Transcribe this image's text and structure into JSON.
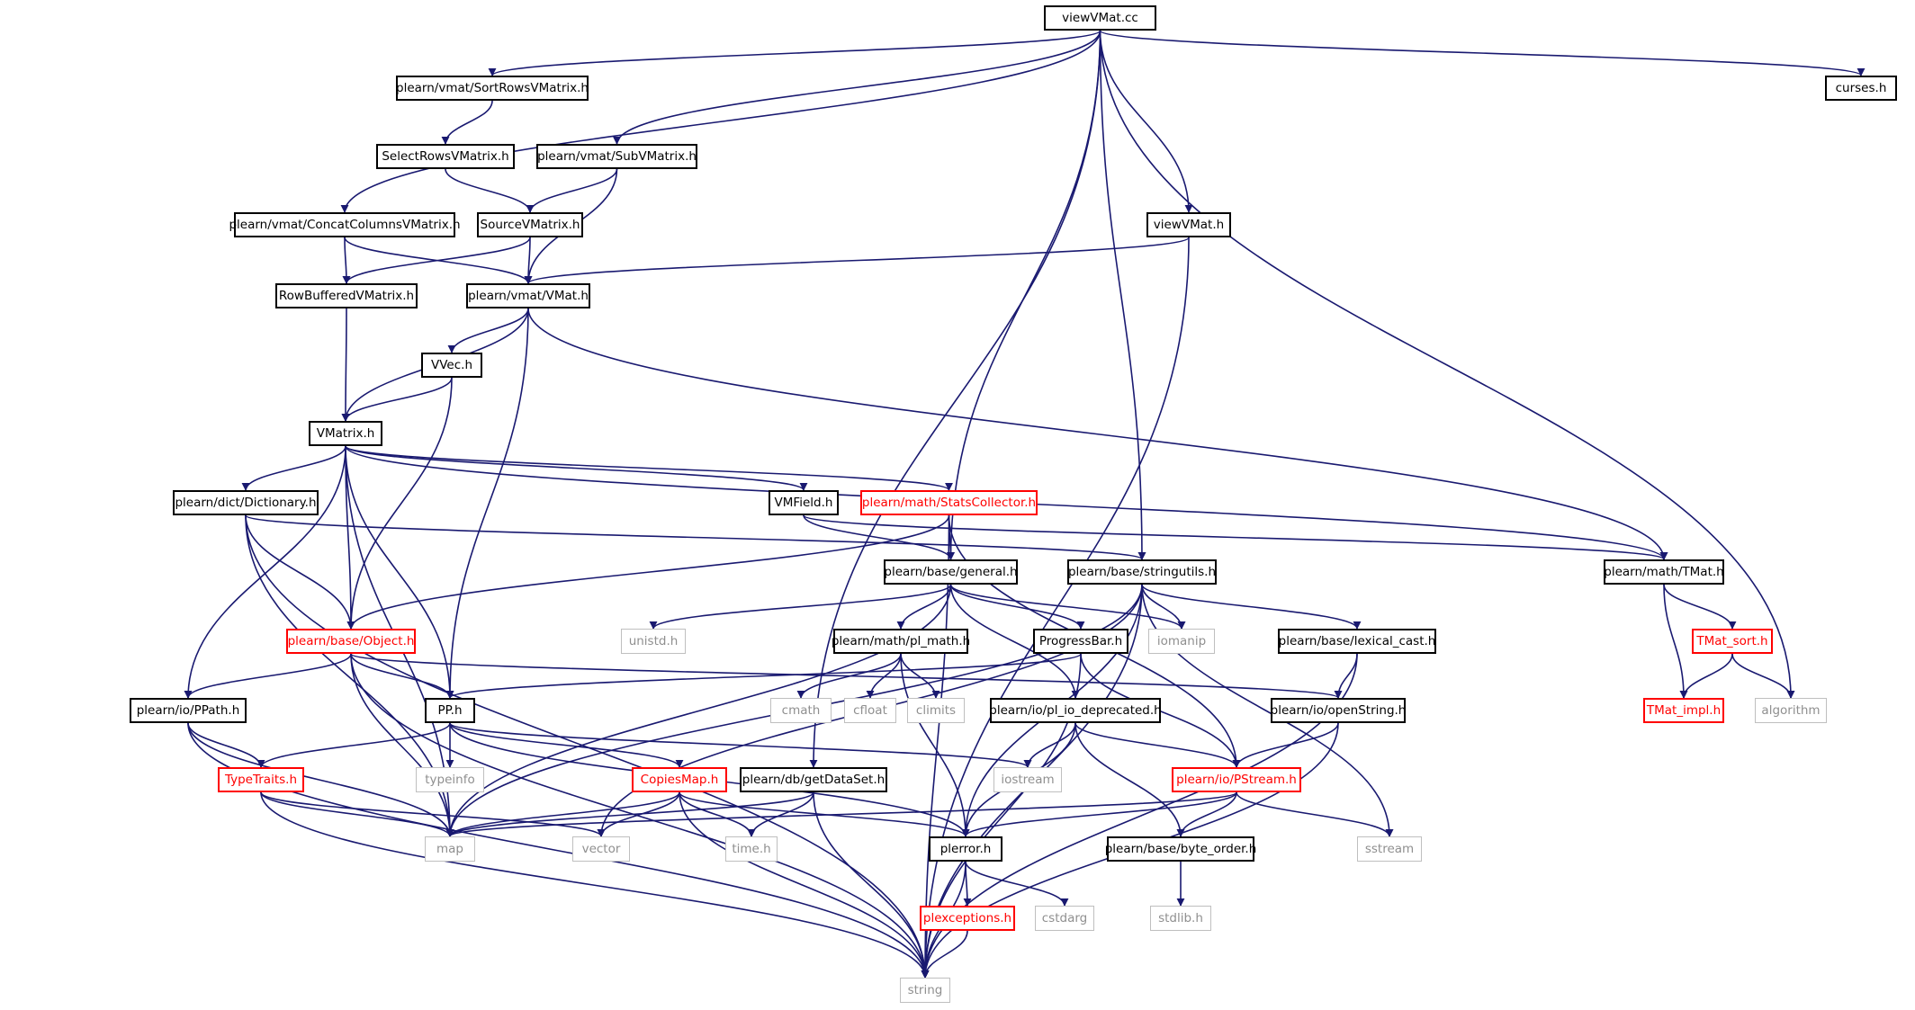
{
  "colors": {
    "edge": "#191970",
    "root_fill": "#bfbfbf",
    "incomplete": "#ff0000",
    "system": "#bfbfbf"
  },
  "nodes": {
    "viewvmat_cc": {
      "label": "viewVMat.cc",
      "kind": "root"
    },
    "sortrows": {
      "label": "plearn/vmat/SortRowsVMatrix.h",
      "kind": "normal"
    },
    "curses": {
      "label": "curses.h",
      "kind": "system"
    },
    "selectrows": {
      "label": "SelectRowsVMatrix.h",
      "kind": "normal"
    },
    "subvmatrix": {
      "label": "plearn/vmat/SubVMatrix.h",
      "kind": "normal"
    },
    "concatcols": {
      "label": "plearn/vmat/ConcatColumnsVMatrix.h",
      "kind": "normal"
    },
    "sourcevmatrix": {
      "label": "SourceVMatrix.h",
      "kind": "normal"
    },
    "viewvmat_h": {
      "label": "viewVMat.h",
      "kind": "normal"
    },
    "rowbuffered": {
      "label": "RowBufferedVMatrix.h",
      "kind": "normal"
    },
    "vmat": {
      "label": "plearn/vmat/VMat.h",
      "kind": "normal"
    },
    "vvec": {
      "label": "VVec.h",
      "kind": "normal"
    },
    "vmatrix": {
      "label": "VMatrix.h",
      "kind": "normal"
    },
    "dictionary": {
      "label": "plearn/dict/Dictionary.h",
      "kind": "normal"
    },
    "vmfield": {
      "label": "VMField.h",
      "kind": "normal"
    },
    "statscollector": {
      "label": "plearn/math/StatsCollector.h",
      "kind": "incomplete"
    },
    "general": {
      "label": "plearn/base/general.h",
      "kind": "normal"
    },
    "stringutils": {
      "label": "plearn/base/stringutils.h",
      "kind": "normal"
    },
    "tmat": {
      "label": "plearn/math/TMat.h",
      "kind": "normal"
    },
    "object": {
      "label": "plearn/base/Object.h",
      "kind": "incomplete"
    },
    "unistd": {
      "label": "unistd.h",
      "kind": "system"
    },
    "pl_math": {
      "label": "plearn/math/pl_math.h",
      "kind": "normal"
    },
    "progressbar": {
      "label": "ProgressBar.h",
      "kind": "normal"
    },
    "iomanip": {
      "label": "iomanip",
      "kind": "system"
    },
    "lexical_cast": {
      "label": "plearn/base/lexical_cast.h",
      "kind": "normal"
    },
    "tmat_sort": {
      "label": "TMat_sort.h",
      "kind": "incomplete"
    },
    "ppath": {
      "label": "plearn/io/PPath.h",
      "kind": "normal"
    },
    "pp": {
      "label": "PP.h",
      "kind": "normal"
    },
    "cmath": {
      "label": "cmath",
      "kind": "system"
    },
    "cfloat": {
      "label": "cfloat",
      "kind": "system"
    },
    "climits": {
      "label": "climits",
      "kind": "system"
    },
    "pl_io_deprecated": {
      "label": "plearn/io/pl_io_deprecated.h",
      "kind": "normal"
    },
    "openstring": {
      "label": "plearn/io/openString.h",
      "kind": "normal"
    },
    "tmat_impl": {
      "label": "TMat_impl.h",
      "kind": "incomplete"
    },
    "algorithm": {
      "label": "algorithm",
      "kind": "system"
    },
    "typetraits": {
      "label": "TypeTraits.h",
      "kind": "incomplete"
    },
    "typeinfo": {
      "label": "typeinfo",
      "kind": "system"
    },
    "copiesmap": {
      "label": "CopiesMap.h",
      "kind": "incomplete"
    },
    "getdataset": {
      "label": "plearn/db/getDataSet.h",
      "kind": "normal"
    },
    "iostream": {
      "label": "iostream",
      "kind": "system"
    },
    "pstream": {
      "label": "plearn/io/PStream.h",
      "kind": "incomplete"
    },
    "map": {
      "label": "map",
      "kind": "system"
    },
    "vector": {
      "label": "vector",
      "kind": "system"
    },
    "time": {
      "label": "time.h",
      "kind": "system"
    },
    "plerror": {
      "label": "plerror.h",
      "kind": "normal"
    },
    "byte_order": {
      "label": "plearn/base/byte_order.h",
      "kind": "normal"
    },
    "sstream": {
      "label": "sstream",
      "kind": "system"
    },
    "stdlib": {
      "label": "stdlib.h",
      "kind": "system"
    },
    "plexceptions": {
      "label": "plexceptions.h",
      "kind": "incomplete"
    },
    "cstdarg": {
      "label": "cstdarg",
      "kind": "system"
    },
    "string": {
      "label": "string",
      "kind": "system"
    }
  },
  "edges": [
    [
      "viewvmat_cc",
      "sortrows"
    ],
    [
      "viewvmat_cc",
      "curses"
    ],
    [
      "viewvmat_cc",
      "subvmatrix"
    ],
    [
      "viewvmat_cc",
      "concatcols"
    ],
    [
      "viewvmat_cc",
      "viewvmat_h"
    ],
    [
      "viewvmat_cc",
      "general"
    ],
    [
      "viewvmat_cc",
      "stringutils"
    ],
    [
      "viewvmat_cc",
      "getdataset"
    ],
    [
      "viewvmat_cc",
      "algorithm"
    ],
    [
      "sortrows",
      "selectrows"
    ],
    [
      "selectrows",
      "sourcevmatrix"
    ],
    [
      "subvmatrix",
      "sourcevmatrix"
    ],
    [
      "subvmatrix",
      "vmat"
    ],
    [
      "concatcols",
      "rowbuffered"
    ],
    [
      "concatcols",
      "vmat"
    ],
    [
      "sourcevmatrix",
      "rowbuffered"
    ],
    [
      "sourcevmatrix",
      "vmat"
    ],
    [
      "viewvmat_h",
      "vmat"
    ],
    [
      "viewvmat_h",
      "string"
    ],
    [
      "rowbuffered",
      "vmatrix"
    ],
    [
      "vmat",
      "vvec"
    ],
    [
      "vmat",
      "vmatrix"
    ],
    [
      "vmat",
      "tmat"
    ],
    [
      "vmat",
      "pp"
    ],
    [
      "vvec",
      "vmatrix"
    ],
    [
      "vvec",
      "object"
    ],
    [
      "vmatrix",
      "dictionary"
    ],
    [
      "vmatrix",
      "vmfield"
    ],
    [
      "vmatrix",
      "statscollector"
    ],
    [
      "vmatrix",
      "tmat"
    ],
    [
      "vmatrix",
      "object"
    ],
    [
      "vmatrix",
      "ppath"
    ],
    [
      "vmatrix",
      "pp"
    ],
    [
      "vmatrix",
      "map"
    ],
    [
      "dictionary",
      "stringutils"
    ],
    [
      "dictionary",
      "object"
    ],
    [
      "dictionary",
      "map"
    ],
    [
      "dictionary",
      "string"
    ],
    [
      "vmfield",
      "general"
    ],
    [
      "vmfield",
      "tmat"
    ],
    [
      "statscollector",
      "general"
    ],
    [
      "statscollector",
      "object"
    ],
    [
      "statscollector",
      "pstream"
    ],
    [
      "statscollector",
      "string"
    ],
    [
      "general",
      "unistd"
    ],
    [
      "general",
      "pl_math"
    ],
    [
      "general",
      "progressbar"
    ],
    [
      "general",
      "iomanip"
    ],
    [
      "general",
      "pl_io_deprecated"
    ],
    [
      "general",
      "map"
    ],
    [
      "stringutils",
      "iomanip"
    ],
    [
      "stringutils",
      "lexical_cast"
    ],
    [
      "stringutils",
      "string"
    ],
    [
      "stringutils",
      "map"
    ],
    [
      "stringutils",
      "vector"
    ],
    [
      "stringutils",
      "plerror"
    ],
    [
      "stringutils",
      "sstream"
    ],
    [
      "tmat",
      "tmat_sort"
    ],
    [
      "tmat",
      "tmat_impl"
    ],
    [
      "tmat_sort",
      "tmat_impl"
    ],
    [
      "tmat_sort",
      "algorithm"
    ],
    [
      "object",
      "ppath"
    ],
    [
      "object",
      "pp"
    ],
    [
      "object",
      "openstring"
    ],
    [
      "object",
      "map"
    ],
    [
      "object",
      "string"
    ],
    [
      "pl_math",
      "cmath"
    ],
    [
      "pl_math",
      "cfloat"
    ],
    [
      "pl_math",
      "climits"
    ],
    [
      "pl_math",
      "plerror"
    ],
    [
      "progressbar",
      "pp"
    ],
    [
      "progressbar",
      "pstream"
    ],
    [
      "progressbar",
      "string"
    ],
    [
      "lexical_cast",
      "openstring"
    ],
    [
      "lexical_cast",
      "string"
    ],
    [
      "ppath",
      "typetraits"
    ],
    [
      "ppath",
      "map"
    ],
    [
      "ppath",
      "string"
    ],
    [
      "pp",
      "typeinfo"
    ],
    [
      "pp",
      "copiesmap"
    ],
    [
      "pp",
      "iostream"
    ],
    [
      "pp",
      "plerror"
    ],
    [
      "pp",
      "typetraits"
    ],
    [
      "pl_io_deprecated",
      "iostream"
    ],
    [
      "pl_io_deprecated",
      "pstream"
    ],
    [
      "pl_io_deprecated",
      "byte_order"
    ],
    [
      "pl_io_deprecated",
      "plerror"
    ],
    [
      "openstring",
      "pstream"
    ],
    [
      "openstring",
      "string"
    ],
    [
      "typetraits",
      "map"
    ],
    [
      "typetraits",
      "vector"
    ],
    [
      "typetraits",
      "string"
    ],
    [
      "copiesmap",
      "map"
    ],
    [
      "copiesmap",
      "vector"
    ],
    [
      "copiesmap",
      "time"
    ],
    [
      "copiesmap",
      "plerror"
    ],
    [
      "copiesmap",
      "string"
    ],
    [
      "getdataset",
      "time"
    ],
    [
      "getdataset",
      "string"
    ],
    [
      "getdataset",
      "map"
    ],
    [
      "pstream",
      "plerror"
    ],
    [
      "pstream",
      "byte_order"
    ],
    [
      "pstream",
      "sstream"
    ],
    [
      "pstream",
      "map"
    ],
    [
      "byte_order",
      "stdlib"
    ],
    [
      "plerror",
      "plexceptions"
    ],
    [
      "plerror",
      "cstdarg"
    ],
    [
      "plerror",
      "string"
    ],
    [
      "plexceptions",
      "string"
    ]
  ]
}
